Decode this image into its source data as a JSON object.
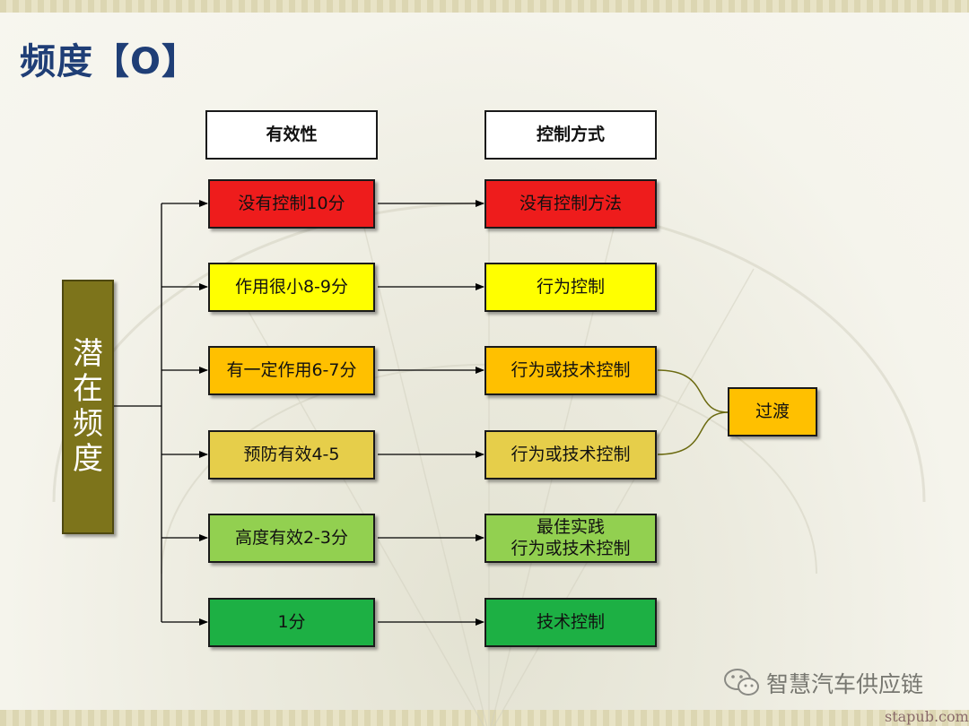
{
  "title": "频度【O】",
  "vertical_label": [
    "潜",
    "在",
    "频",
    "度"
  ],
  "headers": {
    "effectiveness": "有效性",
    "control_method": "控制方式"
  },
  "rows": [
    {
      "effectiveness": "没有控制10分",
      "control": "没有控制方法",
      "color": "#ee1c1c"
    },
    {
      "effectiveness": "作用很小8-9分",
      "control": "行为控制",
      "color": "#ffff00"
    },
    {
      "effectiveness": "有一定作用6-7分",
      "control": "行为或技术控制",
      "color": "#ffc000"
    },
    {
      "effectiveness": "预防有效4-5",
      "control": "行为或技术控制",
      "color": "#e6ce4a"
    },
    {
      "effectiveness": "高度有效2-3分",
      "control": "最佳实践\n行为或技术控制",
      "color": "#92d050"
    },
    {
      "effectiveness": "1分",
      "control": "技术控制",
      "color": "#1db044"
    }
  ],
  "transition": {
    "label": "过渡",
    "color": "#ffc000"
  },
  "watermark": {
    "text": "智慧汽车供应链",
    "icon": "wechat-icon"
  },
  "site": "stapub.com",
  "colors": {
    "title": "#1f3e76",
    "vertical_box": "#7d741b",
    "arrow": "#000000"
  }
}
